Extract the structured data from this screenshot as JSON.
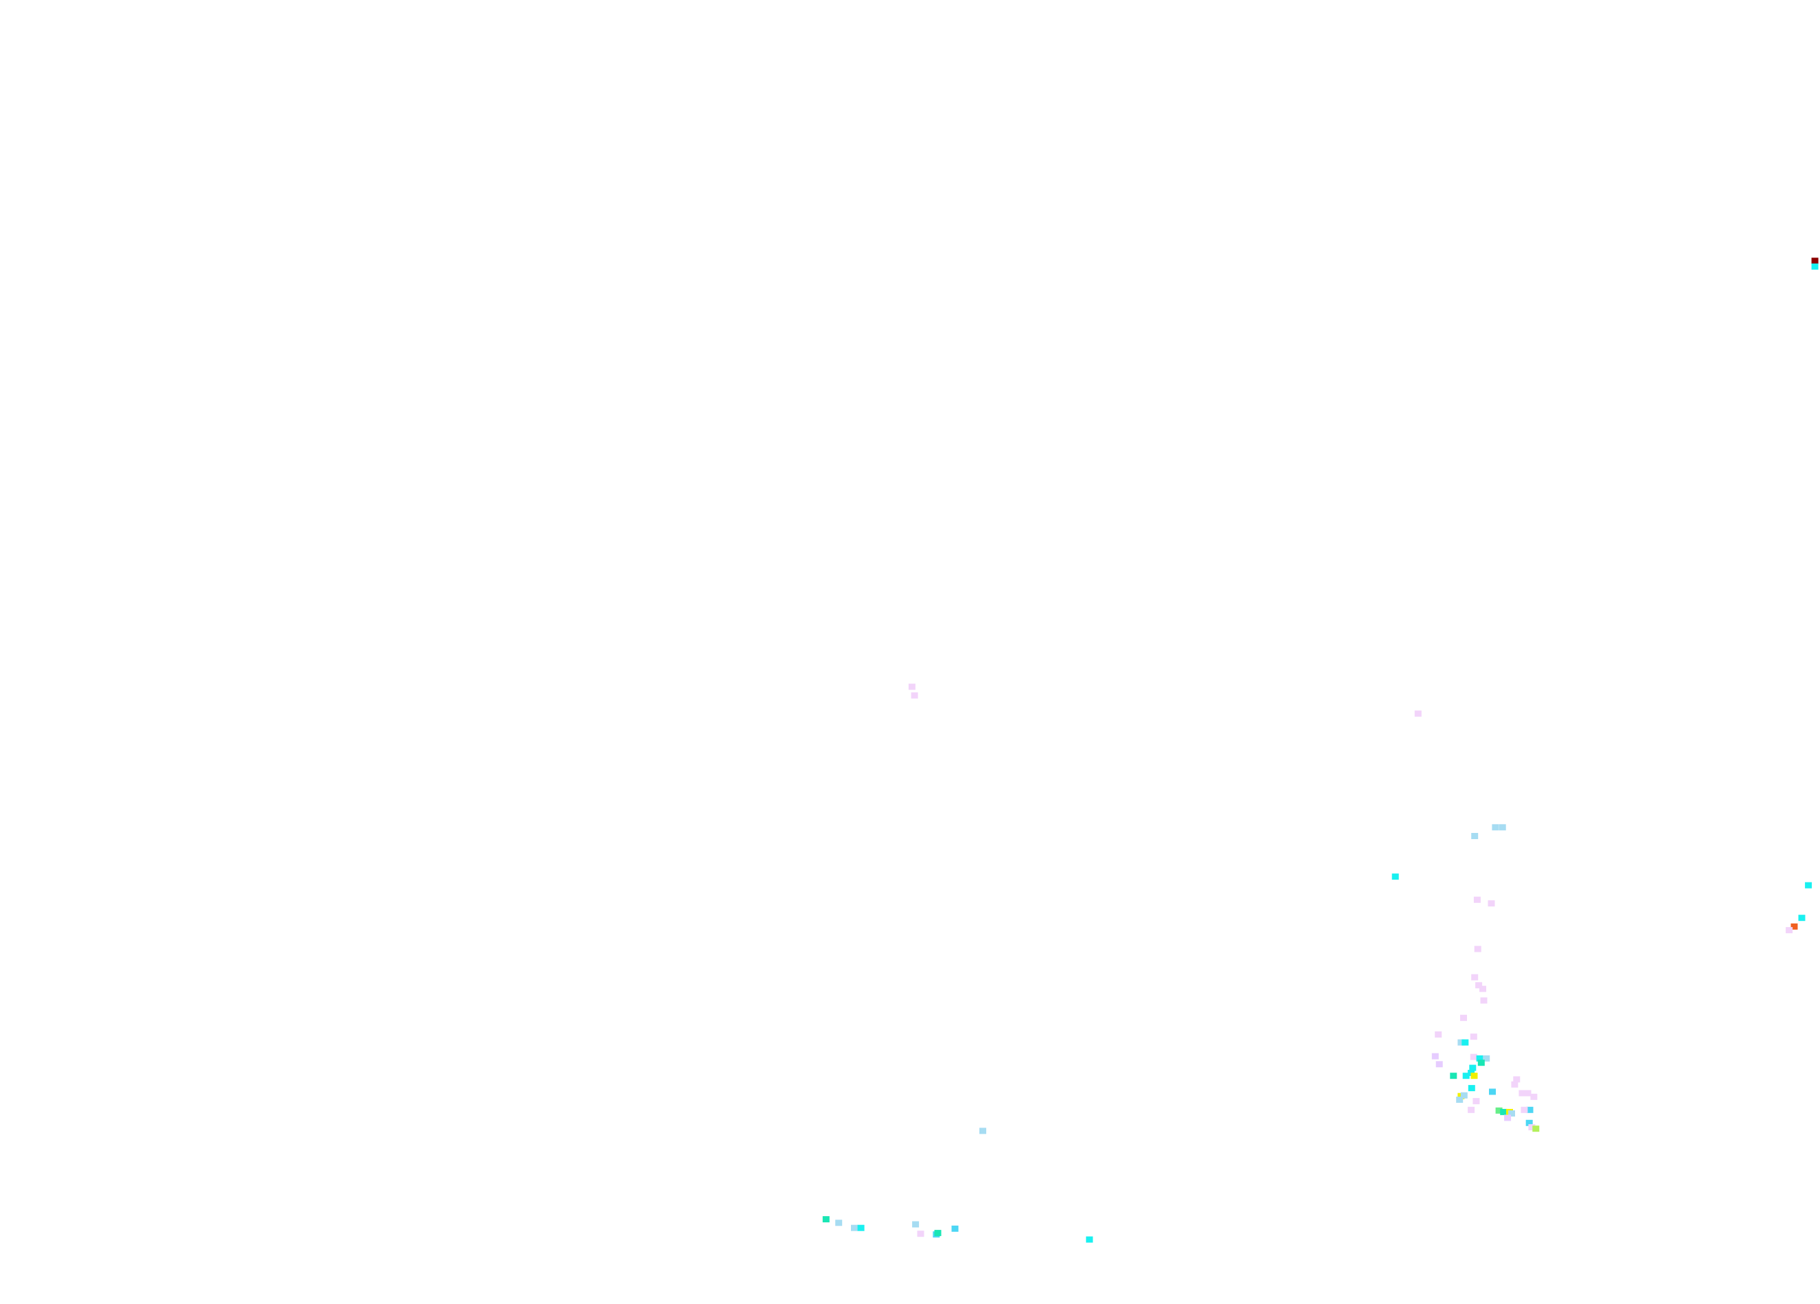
{
  "map": {
    "background": "#ffffff",
    "palette": {
      "pink": "#f2d4fa",
      "lilac": "#e6ccff",
      "light_blue": "#a6dcf2",
      "sky_blue": "#4cd6f4",
      "cyan": "#19f0f0",
      "teal": "#19e6b4",
      "green": "#66ee88",
      "yellow_green": "#b4f05a",
      "yellow": "#f0f000",
      "orange": "#f06020",
      "dark_red": "#8b0000"
    }
  },
  "pixel_cells": [
    {
      "lon": 179.0,
      "lat": 54.0,
      "color": "dark_red"
    },
    {
      "lon": 179.0,
      "lat": 53.2,
      "color": "cyan"
    },
    {
      "lon": 0.4,
      "lat": -4.8,
      "color": "pink"
    },
    {
      "lon": 0.9,
      "lat": -6.0,
      "color": "pink"
    },
    {
      "lon": 100.5,
      "lat": -8.5,
      "color": "pink"
    },
    {
      "lon": 115.8,
      "lat": -24.2,
      "color": "light_blue"
    },
    {
      "lon": 117.2,
      "lat": -24.2,
      "color": "light_blue"
    },
    {
      "lon": 111.7,
      "lat": -25.4,
      "color": "light_blue"
    },
    {
      "lon": 96.0,
      "lat": -31.0,
      "color": "cyan"
    },
    {
      "lon": 177.7,
      "lat": -32.2,
      "color": "cyan"
    },
    {
      "lon": 112.2,
      "lat": -34.2,
      "color": "pink"
    },
    {
      "lon": 115.0,
      "lat": -34.7,
      "color": "pink"
    },
    {
      "lon": 176.4,
      "lat": -36.7,
      "color": "cyan"
    },
    {
      "lon": 174.9,
      "lat": -37.9,
      "color": "orange"
    },
    {
      "lon": 173.9,
      "lat": -38.4,
      "color": "pink"
    },
    {
      "lon": 112.3,
      "lat": -41.0,
      "color": "pink"
    },
    {
      "lon": 111.7,
      "lat": -44.9,
      "color": "pink"
    },
    {
      "lon": 112.5,
      "lat": -46.0,
      "color": "pink"
    },
    {
      "lon": 113.3,
      "lat": -46.5,
      "color": "pink"
    },
    {
      "lon": 113.5,
      "lat": -48.1,
      "color": "pink"
    },
    {
      "lon": 109.5,
      "lat": -50.5,
      "color": "pink"
    },
    {
      "lon": 104.5,
      "lat": -52.8,
      "color": "pink"
    },
    {
      "lon": 111.5,
      "lat": -53.1,
      "color": "pink"
    },
    {
      "lon": 109.0,
      "lat": -53.9,
      "color": "light_blue"
    },
    {
      "lon": 109.8,
      "lat": -53.9,
      "color": "cyan"
    },
    {
      "lon": 103.9,
      "lat": -55.8,
      "color": "lilac"
    },
    {
      "lon": 111.5,
      "lat": -55.9,
      "color": "pink"
    },
    {
      "lon": 112.7,
      "lat": -56.1,
      "color": "cyan"
    },
    {
      "lon": 114.0,
      "lat": -56.1,
      "color": "light_blue"
    },
    {
      "lon": 113.0,
      "lat": -56.7,
      "color": "teal"
    },
    {
      "lon": 104.7,
      "lat": -56.9,
      "color": "lilac"
    },
    {
      "lon": 111.3,
      "lat": -57.4,
      "color": "cyan"
    },
    {
      "lon": 111.0,
      "lat": -58.1,
      "color": "cyan"
    },
    {
      "lon": 107.5,
      "lat": -58.5,
      "color": "teal"
    },
    {
      "lon": 110.0,
      "lat": -58.5,
      "color": "cyan"
    },
    {
      "lon": 111.6,
      "lat": -58.5,
      "color": "yellow"
    },
    {
      "lon": 120.0,
      "lat": -59.0,
      "color": "pink"
    },
    {
      "lon": 119.6,
      "lat": -59.7,
      "color": "pink"
    },
    {
      "lon": 111.1,
      "lat": -60.2,
      "color": "cyan"
    },
    {
      "lon": 115.2,
      "lat": -60.7,
      "color": "sky_blue"
    },
    {
      "lon": 121.1,
      "lat": -60.9,
      "color": "pink"
    },
    {
      "lon": 122.2,
      "lat": -60.9,
      "color": "pink"
    },
    {
      "lon": 123.4,
      "lat": -61.4,
      "color": "pink"
    },
    {
      "lon": 109.0,
      "lat": -61.3,
      "color": "yellow"
    },
    {
      "lon": 109.6,
      "lat": -61.2,
      "color": "light_blue"
    },
    {
      "lon": 108.7,
      "lat": -61.8,
      "color": "light_blue"
    },
    {
      "lon": 112.0,
      "lat": -62.0,
      "color": "pink"
    },
    {
      "lon": 116.5,
      "lat": -63.3,
      "color": "green"
    },
    {
      "lon": 117.4,
      "lat": -63.5,
      "color": "teal"
    },
    {
      "lon": 118.6,
      "lat": -63.5,
      "color": "yellow"
    },
    {
      "lon": 119.0,
      "lat": -63.7,
      "color": "light_blue"
    },
    {
      "lon": 122.6,
      "lat": -63.2,
      "color": "sky_blue"
    },
    {
      "lon": 121.5,
      "lat": -63.2,
      "color": "pink"
    },
    {
      "lon": 111.0,
      "lat": -63.2,
      "color": "pink"
    },
    {
      "lon": 118.2,
      "lat": -64.3,
      "color": "lilac"
    },
    {
      "lon": 122.5,
      "lat": -65.0,
      "color": "sky_blue"
    },
    {
      "lon": 123.0,
      "lat": -65.6,
      "color": "pink"
    },
    {
      "lon": 123.8,
      "lat": -65.8,
      "color": "yellow_green"
    },
    {
      "lon": -16.6,
      "lat": -78.3,
      "color": "teal"
    },
    {
      "lon": -14.1,
      "lat": -78.8,
      "color": "light_blue"
    },
    {
      "lon": -11.0,
      "lat": -79.5,
      "color": "light_blue"
    },
    {
      "lon": -9.7,
      "lat": -79.5,
      "color": "cyan"
    },
    {
      "lon": 1.1,
      "lat": -79.0,
      "color": "light_blue"
    },
    {
      "lon": 2.1,
      "lat": -80.3,
      "color": "pink"
    },
    {
      "lon": 5.2,
      "lat": -80.4,
      "color": "sky_blue"
    },
    {
      "lon": 5.5,
      "lat": -80.2,
      "color": "teal"
    },
    {
      "lon": 8.9,
      "lat": -79.6,
      "color": "sky_blue"
    },
    {
      "lon": 14.4,
      "lat": -66.1,
      "color": "light_blue"
    },
    {
      "lon": 35.5,
      "lat": -81.1,
      "color": "cyan"
    }
  ]
}
